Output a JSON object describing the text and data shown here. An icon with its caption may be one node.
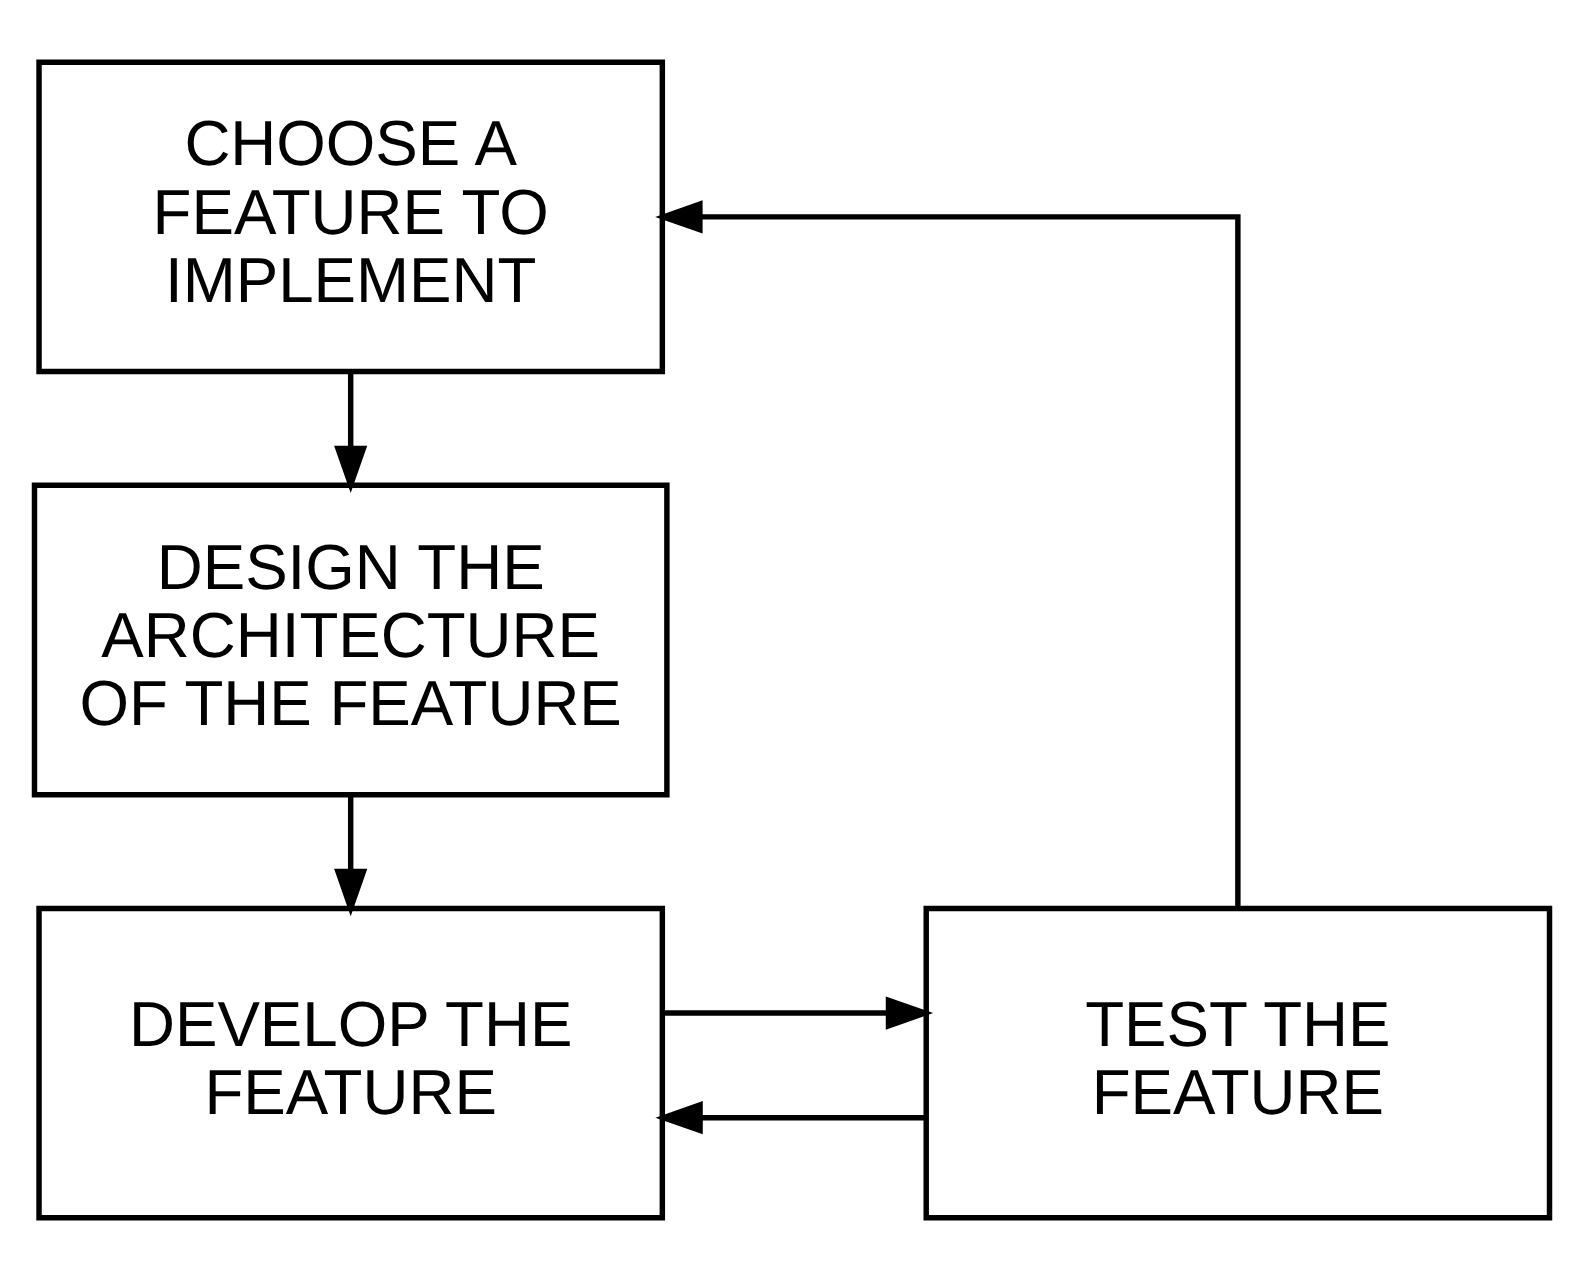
{
  "diagram": {
    "nodes": [
      {
        "text": [
          "CHOOSE A FEATURE TO IMPLEMENT"
        ]
      },
      {
        "text": [
          "DESIGN THE ARCHITECTURE OF THE FEATURE"
        ]
      },
      {
        "text": [
          "DEVELOP THE FEATURE"
        ]
      },
      {
        "text": [
          "TEST THE FEATURE"
        ]
      }
    ],
    "edges": [
      {
        "from": 0,
        "to": 1,
        "arrow": "to"
      },
      {
        "from": 1,
        "to": 2,
        "arrow": "to"
      },
      {
        "from": 2,
        "to": 3,
        "arrow": "to"
      },
      {
        "from": 3,
        "to": 2,
        "arrow": "to"
      },
      {
        "from": 3,
        "to": 0,
        "arrow": "to"
      }
    ]
  }
}
